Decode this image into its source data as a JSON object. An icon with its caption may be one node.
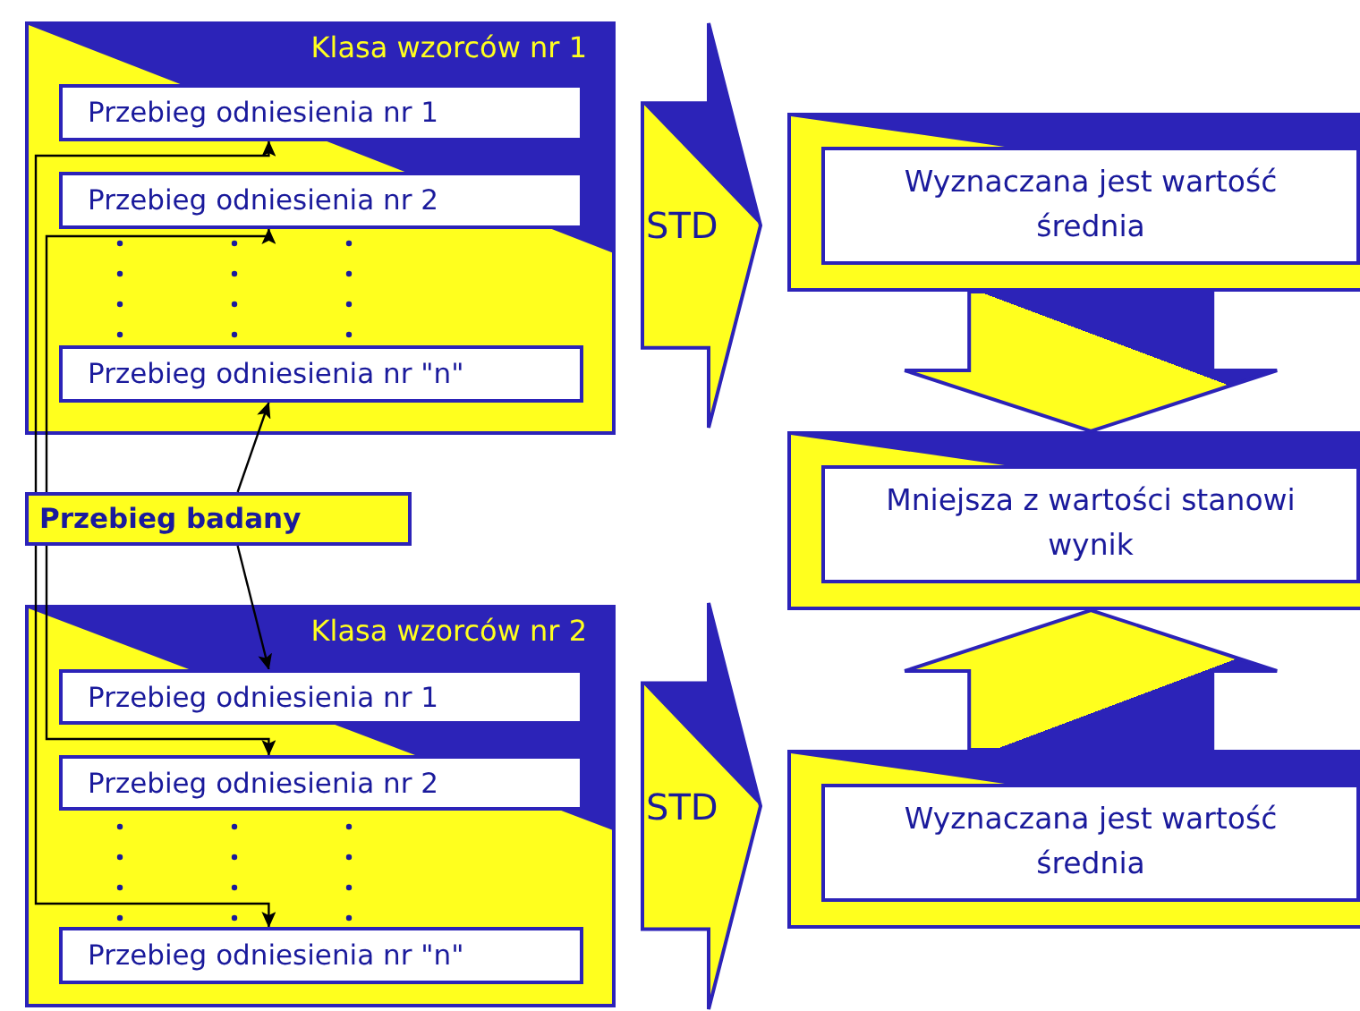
{
  "diagram": {
    "nodes": [
      {
        "text": [
          "Klasa wzorców nr 1"
        ]
      },
      {
        "text": [
          "Przebieg odniesienia nr 1"
        ],
        "in": 0
      },
      {
        "text": [
          "Przebieg odniesienia nr 2"
        ],
        "in": 0
      },
      {
        "text": [
          "Przebieg odniesienia nr \"n\""
        ],
        "in": 0
      },
      {
        "text": [
          "STD"
        ]
      },
      {
        "text": [
          "Wyznaczana jest wartość średnia"
        ]
      },
      {
        "text": [
          "Przebieg badany"
        ]
      },
      {
        "text": [
          "Mniejsza z wartości stanowi wynik"
        ]
      },
      {
        "text": [
          "Klasa wzorców nr 2"
        ]
      },
      {
        "text": [
          "Przebieg odniesienia nr 1"
        ],
        "in": 8
      },
      {
        "text": [
          "Przebieg odniesienia nr 2"
        ],
        "in": 8
      },
      {
        "text": [
          "Przebieg odniesienia nr \"n\""
        ],
        "in": 8
      },
      {
        "text": [
          "STD"
        ]
      },
      {
        "text": [
          "Wyznaczana jest wartość średnia"
        ]
      }
    ],
    "edges": [
      {
        "from": 6,
        "to": 1,
        "arrow": "to"
      },
      {
        "from": 6,
        "to": 2,
        "arrow": "to"
      },
      {
        "from": 6,
        "to": 3,
        "arrow": "to"
      },
      {
        "from": 6,
        "to": 9,
        "arrow": "to"
      },
      {
        "from": 6,
        "to": 10,
        "arrow": "to"
      },
      {
        "from": 6,
        "to": 11,
        "arrow": "to"
      },
      {
        "from": 5,
        "to": 7,
        "arrow": "to",
        "style": "thick"
      },
      {
        "from": 13,
        "to": 7,
        "arrow": "to",
        "style": "thick"
      }
    ]
  }
}
